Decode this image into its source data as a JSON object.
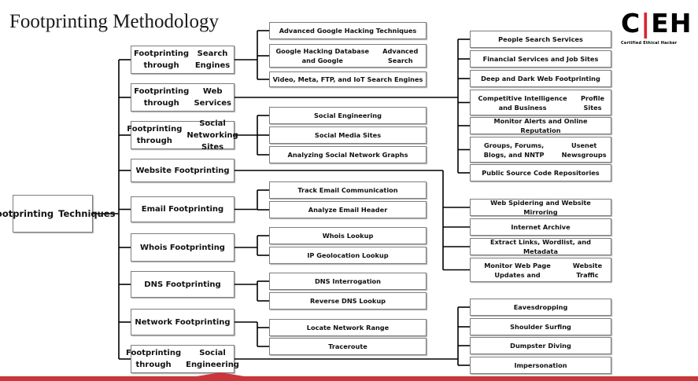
{
  "slide": {
    "title": "Footprinting Methodology",
    "logo": {
      "main_left": "C",
      "main_mid": "|",
      "main_right": "EH",
      "tagline": "Certified  Ethical  Hacker"
    }
  },
  "colors": {
    "line": "#000000",
    "box_border": "#7d7d7d",
    "logo_red": "#d6272f",
    "accent_bar": "#c9373a"
  },
  "root": "Footprinting\nTechniques",
  "categories": [
    {
      "id": "search",
      "label": "Footprinting through\nSearch Engines"
    },
    {
      "id": "web",
      "label": "Footprinting through\nWeb Services"
    },
    {
      "id": "social",
      "label": "Footprinting through\nSocial Networking Sites"
    },
    {
      "id": "website",
      "label": "Website Footprinting"
    },
    {
      "id": "email",
      "label": "Email Footprinting"
    },
    {
      "id": "whois",
      "label": "Whois Footprinting"
    },
    {
      "id": "dns",
      "label": "DNS Footprinting"
    },
    {
      "id": "network",
      "label": "Network Footprinting"
    },
    {
      "id": "socialeng",
      "label": "Footprinting through\nSocial Engineering"
    }
  ],
  "leaves": {
    "search": [
      "Advanced Google Hacking Techniques",
      "Google Hacking Database and Google\nAdvanced Search",
      "Video, Meta, FTP, and IoT Search Engines"
    ],
    "web": [
      "People Search Services",
      "Financial Services and Job Sites",
      "Deep and Dark Web Footprinting",
      "Competitive Intelligence and Business\nProfile Sites",
      "Monitor Alerts and Online Reputation",
      "Groups, Forums, Blogs, and NNTP\nUsenet Newsgroups",
      "Public Source Code Repositories"
    ],
    "social": [
      "Social Engineering",
      "Social Media Sites",
      "Analyzing Social Network Graphs"
    ],
    "website": [
      "Web Spidering and Website Mirroring",
      "Internet Archive",
      "Extract Links, Wordlist, and Metadata",
      "Monitor Web Page Updates and\nWebsite Traffic"
    ],
    "email": [
      "Track Email Communication",
      "Analyze Email Header"
    ],
    "whois": [
      "Whois Lookup",
      "IP Geolocation Lookup"
    ],
    "dns": [
      "DNS Interrogation",
      "Reverse DNS Lookup"
    ],
    "network": [
      "Locate Network Range",
      "Traceroute"
    ],
    "socialeng": [
      "Eavesdropping",
      "Shoulder Surfing",
      "Dumpster Diving",
      "Impersonation"
    ]
  }
}
